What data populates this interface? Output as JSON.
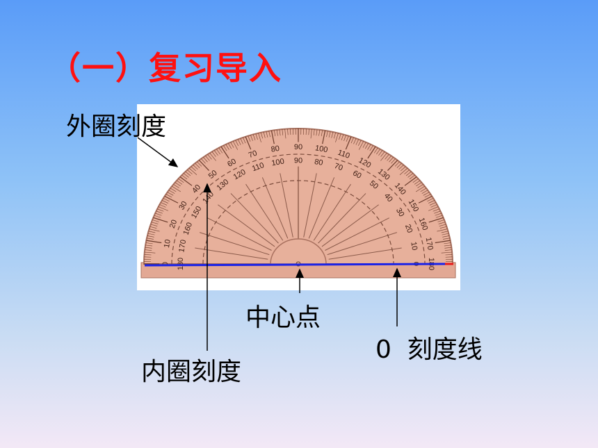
{
  "slide": {
    "title": "（一）复习导入",
    "labels": {
      "outer_scale": "外圈刻度",
      "center_point": "中心点",
      "zero_line": "0  刻度线",
      "inner_scale": "内圈刻度"
    }
  },
  "protractor": {
    "outer_tick_labels": [
      "0",
      "10",
      "20",
      "30",
      "40",
      "50",
      "60",
      "70",
      "80",
      "90",
      "100",
      "110",
      "120",
      "130",
      "140",
      "150",
      "160",
      "170",
      "180"
    ],
    "inner_tick_labels": [
      "180",
      "170",
      "160",
      "150",
      "140",
      "130",
      "120",
      "110",
      "100",
      "90",
      "80",
      "70",
      "60",
      "50",
      "40",
      "30",
      "20",
      "10",
      "0"
    ],
    "colors": {
      "body": "#e7b09b",
      "body_border": "#a8705e",
      "baseline": "#1a22e8",
      "baseline_end": "#e81a1a",
      "panel": "#ffffff"
    }
  }
}
